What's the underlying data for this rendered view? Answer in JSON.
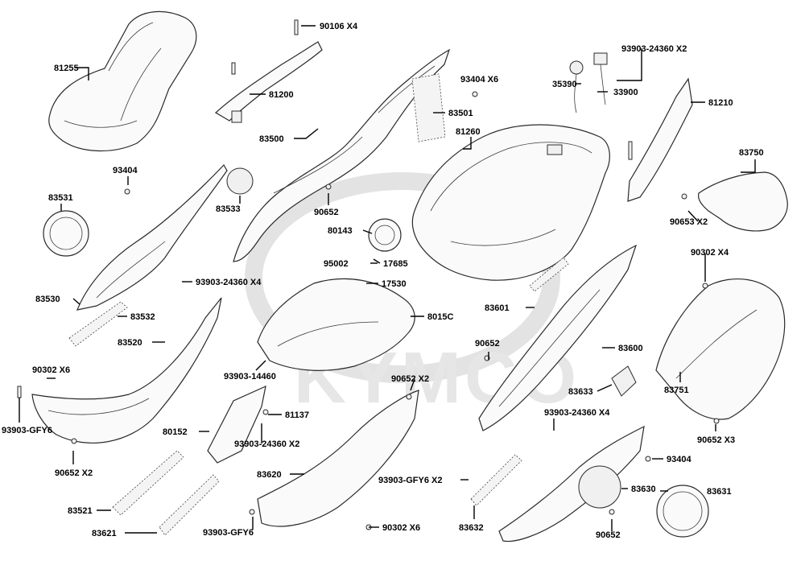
{
  "brand_watermark": "KYMCO",
  "colors": {
    "line": "#000000",
    "watermark": "#e3e3e3",
    "background": "#ffffff"
  },
  "labels": {
    "l90106": "90106  X4",
    "l81255": "81255",
    "l81200": "81200",
    "l93903_24360_x2_top": "93903-24360 X2",
    "l93404_x6": "93404       X6",
    "l35390": "35390",
    "l33900": "33900",
    "l83501": "83501",
    "l81210": "81210",
    "l81260": "81260",
    "l83500": "83500",
    "l93404_left": "93404",
    "l83531": "83531",
    "l83533": "83533",
    "l90652_mid": "90652",
    "l83750": "83750",
    "l90653": "90653  X2",
    "l80143": "80143",
    "l95002": "95002",
    "l17685": "17685",
    "l17530": "17530",
    "l93903_24360_x4_left": "93903-24360 X4",
    "l83530": "83530",
    "l83532": "83532",
    "l8015c": "8015C",
    "l83601": "83601",
    "l90302_x4": "90302    X4",
    "l83520": "83520",
    "l90652_right": "90652",
    "l83600": "83600",
    "l90302_x6_left": "90302   X6",
    "l93903_14460": "93903-14460",
    "l90652_x2_mid": "90652  X2",
    "l83633": "83633",
    "l83751": "83751",
    "l93903_gfy6_left": "93903-GFY6",
    "l81137": "81137",
    "l80152": "80152",
    "l93903_24360_x4_right": "93903-24360 X4",
    "l90652_x3": "90652   X3",
    "l93903_24360_x2_bottom": "93903-24360 X2",
    "l90652_x2_left": "90652   X2",
    "l83620": "83620",
    "l93404_right": "93404",
    "l93903_gfy6_x2": "93903-GFY6 X2",
    "l83630": "83630",
    "l83631": "83631",
    "l83521": "83521",
    "l83621": "83621",
    "l93903_gfy6_bottom": "93903-GFY6",
    "l90302_x6_bottom": "90302  X6",
    "l83632": "83632",
    "l90652_bottom": "90652"
  }
}
